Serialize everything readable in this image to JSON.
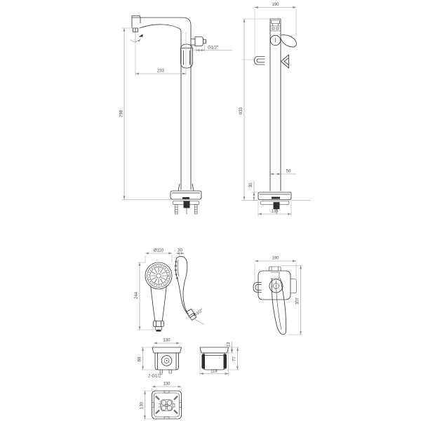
{
  "page": {
    "background": "#ffffff",
    "line_color": "#3c3c3c",
    "dim_line_color": "#949494",
    "dim_text_color": "#4a4a4a"
  },
  "views": {
    "faucet_front": {
      "label": "freestanding-faucet-front-view",
      "dim_spout_reach": "233",
      "dim_total_height": "798",
      "dim_outlet_thread": "G1/2\""
    },
    "faucet_side": {
      "label": "freestanding-faucet-side-view",
      "dim_top_width": "190",
      "dim_total_height": "833",
      "dim_column_depth": "50",
      "dim_base_height": "30",
      "dim_base_width": "135"
    },
    "handshower_front": {
      "label": "hand-shower-front-view",
      "dim_head_diameter": "Ø110",
      "dim_length": "244"
    },
    "handshower_side": {
      "label": "hand-shower-side-view",
      "dim_head_thickness": "30",
      "dim_hose_thread": "G1/2\""
    },
    "faucet_top": {
      "label": "faucet-body-top-view",
      "dim_body_width": "190",
      "dim_body_depth": "307"
    },
    "inlet_front": {
      "label": "floor-inlet-front-view",
      "dim_width": "130",
      "dim_height": "88",
      "dim_connections": "2-G1/2\""
    },
    "inlet_side": {
      "label": "floor-inlet-side-view",
      "dim_flange_thickness": "13",
      "dim_height": "77",
      "dim_body_width": "118"
    },
    "inlet_top": {
      "label": "floor-inlet-top-view",
      "dim_width": "130",
      "dim_depth": "130"
    }
  }
}
